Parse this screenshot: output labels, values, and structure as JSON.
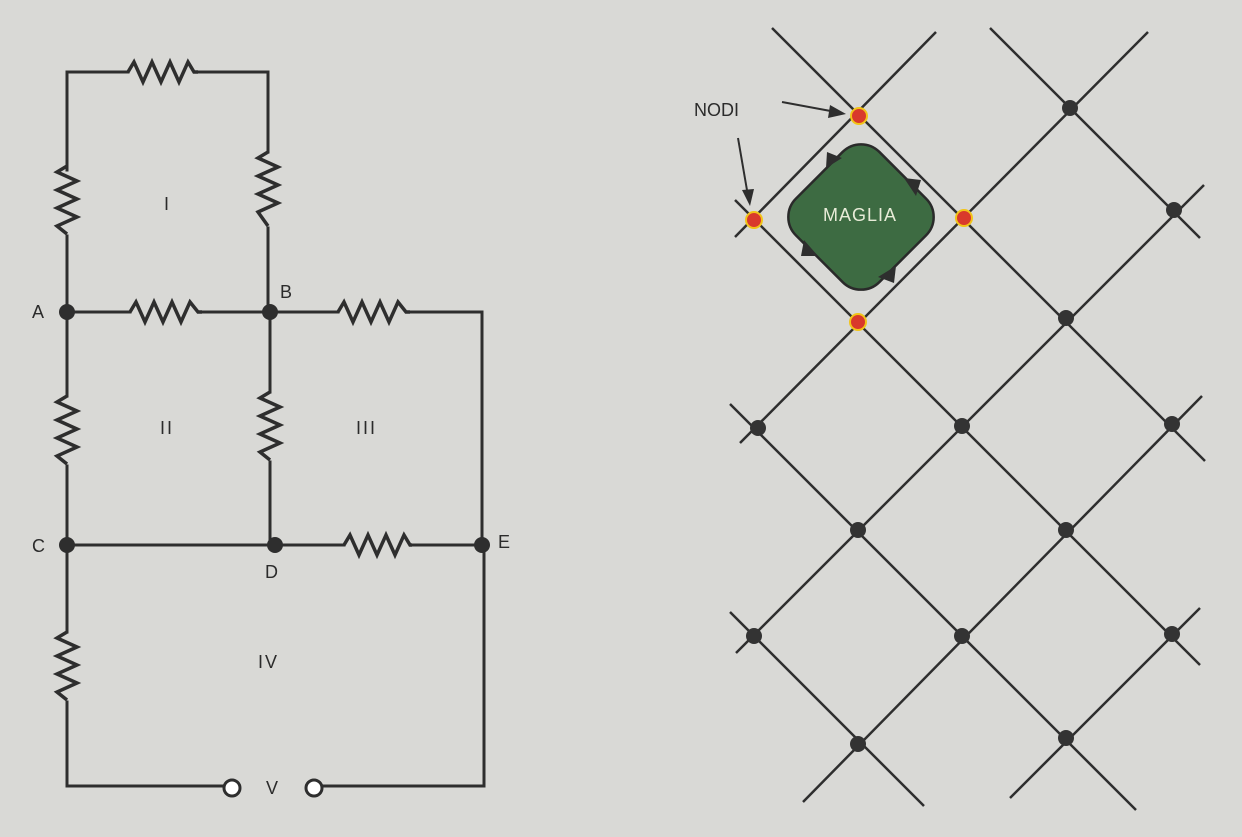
{
  "circuit": {
    "nodes": [
      "A",
      "B",
      "C",
      "D",
      "E"
    ],
    "meshes": [
      "I",
      "II",
      "III",
      "IV"
    ],
    "terminal_label": "V"
  },
  "lattice": {
    "nodes_label": "NODI",
    "mesh_label": "MAGLIA",
    "colors": {
      "mesh_fill": "#3d6b42",
      "highlight_node": "#d9392b",
      "highlight_ring": "#f2c418",
      "line": "#2e2e2e",
      "background": "#d9d9d6"
    }
  }
}
